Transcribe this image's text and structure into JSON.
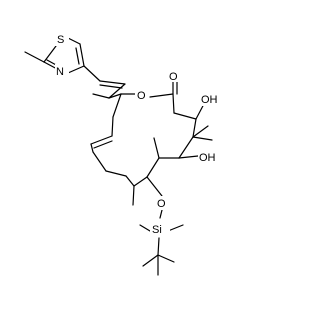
{
  "diagram": {
    "kind": "skeletal-structure",
    "atom_labels": {
      "thiazole_s": "S",
      "thiazole_n": "N",
      "ester_o_ring": "O",
      "carbonyl_o": "O",
      "hydroxyl_top": "OH",
      "hydroxyl_mid": "OH",
      "silyl_ether_o": "O",
      "silicon": "Si"
    },
    "colors": {
      "ink": "#000000",
      "background": "#ffffff"
    }
  }
}
